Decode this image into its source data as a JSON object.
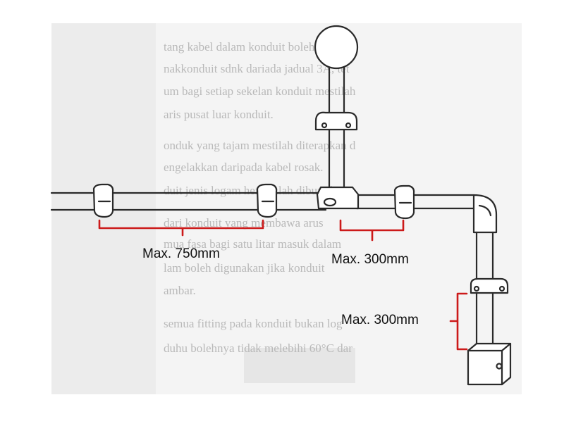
{
  "annotations": {
    "span_750": "Max. 750mm",
    "span_300_horizontal": "Max. 300mm",
    "span_300_vertical": "Max. 300mm"
  },
  "background_text_lines": [
    "tang kabel dalam konduit boleh ditarik",
    "nakkonduit sdnk dariada jadual 3A, tet",
    "um bagi setiap sekelan konduit mestilah",
    "aris pusat luar konduit.",
    "onduk yang tajam mestilah diterapkan d",
    "engelakkan daripada kabel rosak.",
    "duit jenis logam hendaklah dibumikan",
    "dari konduit yang membawa arus",
    "mua fasa bagi satu litar masuk dalam",
    "lam boleh digunakan jika konduit",
    "ambar.",
    "semua fitting pada konduit bukan log",
    "duhu bolehnya tidak melebihi 60°C dar"
  ],
  "colors": {
    "dimension": "#cc1a1a",
    "line_art": "#2a2a2a",
    "scan_background": "#f4f4f4"
  }
}
